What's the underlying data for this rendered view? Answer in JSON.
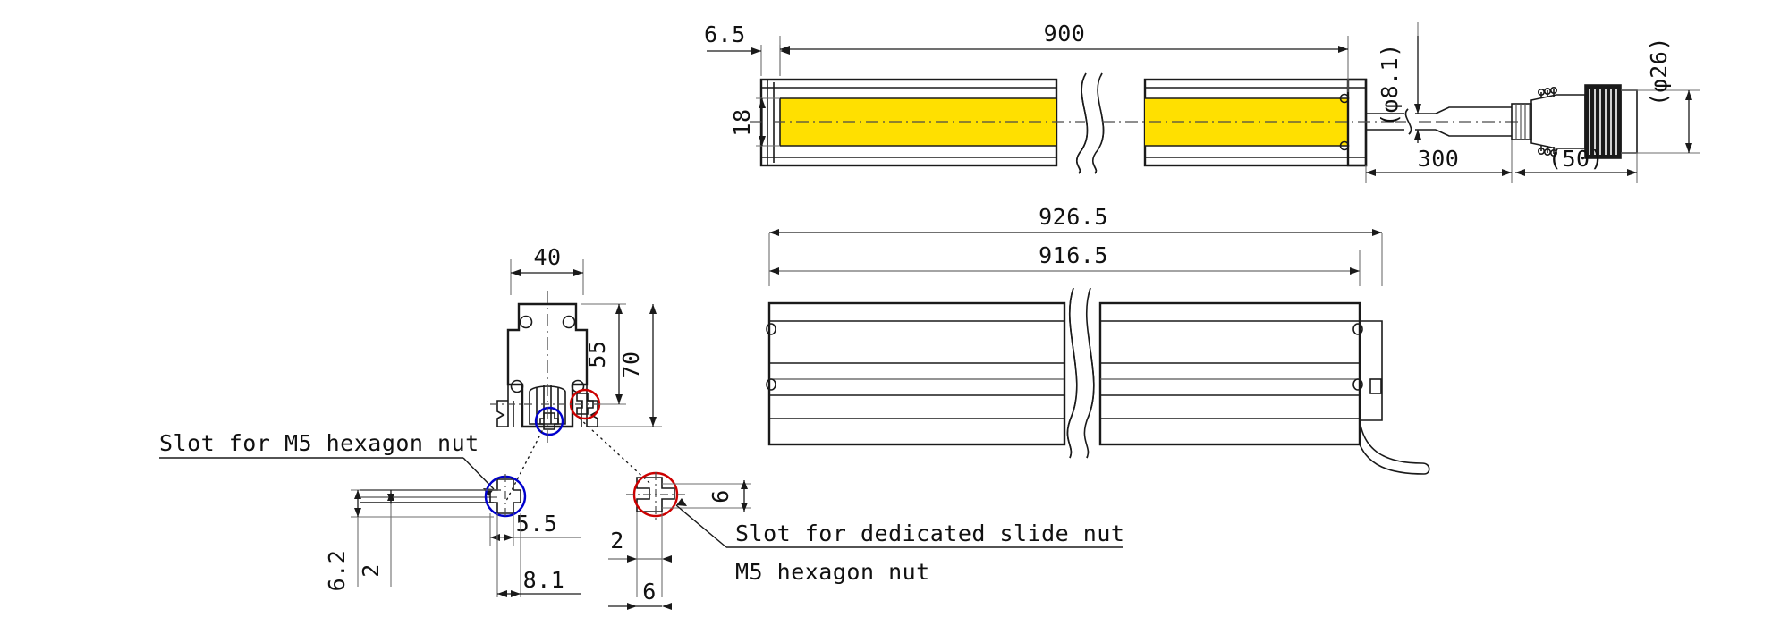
{
  "drawing": {
    "title": "LED bar light dimensional drawing",
    "units": "mm",
    "colors": {
      "emitter": "#ffe000",
      "outline": "#1a1a1a",
      "detail_a_marker": "#0000cc",
      "detail_b_marker": "#cc0000",
      "extension_line": "#6e6e6e"
    }
  },
  "top_view": {
    "name": "front-view-emitting-face",
    "dims": {
      "end_offset": "6.5",
      "length": "900",
      "emitter_height": "18",
      "cable_diameter": "(φ8.1)",
      "connector_diameter": "(φ26)",
      "cable_length": "300",
      "connector_length": "(50)"
    }
  },
  "section_view": {
    "name": "cross-section-view",
    "dims": {
      "width": "40",
      "height_inner": "55",
      "height_total": "70"
    }
  },
  "side_view": {
    "name": "side-view",
    "dims": {
      "overall_length": "926.5",
      "body_length": "916.5"
    }
  },
  "detail_a": {
    "name": "detail-slot-m5-hexagon-nut",
    "note": "Slot for M5 hexagon nut",
    "dims": {
      "depth_total": "6.2",
      "depth_inner": "2",
      "slot_opening": "5.5",
      "slot_width": "8.1"
    }
  },
  "detail_b": {
    "name": "detail-slot-dedicated-slide-nut",
    "note_line1": "Slot for dedicated slide nut",
    "note_line2": "M5 hexagon nut",
    "dims": {
      "slot_height": "6",
      "slot_opening": "2",
      "slot_width": "6"
    }
  }
}
